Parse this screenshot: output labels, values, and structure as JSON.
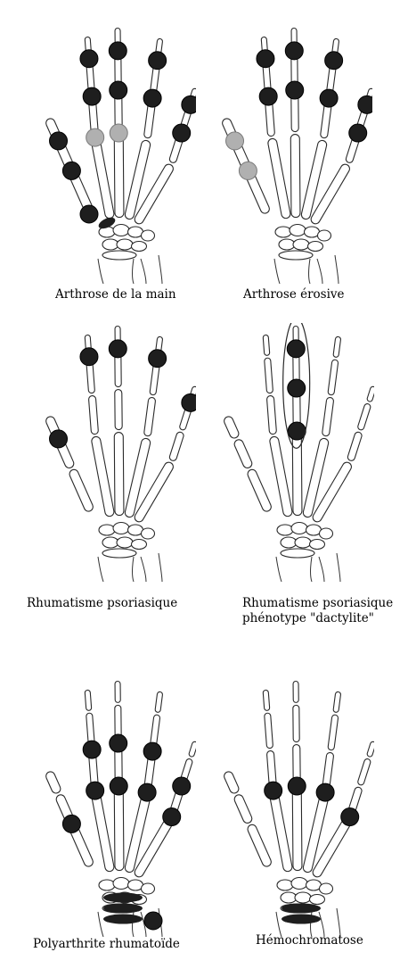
{
  "figure": {
    "panels": [
      {
        "id": "arthrose-main",
        "caption": "Arthrose de la main",
        "markers": [
          {
            "joint": "dip-index",
            "kind": "dark"
          },
          {
            "joint": "dip-middle",
            "kind": "dark"
          },
          {
            "joint": "dip-ring",
            "kind": "dark"
          },
          {
            "joint": "dip-little",
            "kind": "dark"
          },
          {
            "joint": "pip-index",
            "kind": "dark"
          },
          {
            "joint": "pip-middle",
            "kind": "dark"
          },
          {
            "joint": "pip-ring",
            "kind": "dark"
          },
          {
            "joint": "pip-little",
            "kind": "dark"
          },
          {
            "joint": "ip-thumb",
            "kind": "dark"
          },
          {
            "joint": "mcp-thumb",
            "kind": "dark"
          },
          {
            "joint": "mcp-index",
            "kind": "grey"
          },
          {
            "joint": "mcp-middle",
            "kind": "grey"
          },
          {
            "joint": "cmc-thumb",
            "kind": "dark"
          },
          {
            "joint": "stt",
            "kind": "dark-oval"
          }
        ]
      },
      {
        "id": "arthrose-erosive",
        "caption": "Arthrose érosive",
        "markers": [
          {
            "joint": "dip-index",
            "kind": "dark"
          },
          {
            "joint": "dip-middle",
            "kind": "dark"
          },
          {
            "joint": "dip-ring",
            "kind": "dark"
          },
          {
            "joint": "dip-little",
            "kind": "dark"
          },
          {
            "joint": "pip-index",
            "kind": "dark"
          },
          {
            "joint": "pip-middle",
            "kind": "dark"
          },
          {
            "joint": "pip-ring",
            "kind": "dark"
          },
          {
            "joint": "pip-little",
            "kind": "dark"
          },
          {
            "joint": "ip-thumb",
            "kind": "grey"
          },
          {
            "joint": "mcp-thumb",
            "kind": "grey"
          }
        ]
      },
      {
        "id": "rhumatisme-psoriasique",
        "caption": "Rhumatisme psoriasique",
        "markers": [
          {
            "joint": "dip-index",
            "kind": "dark"
          },
          {
            "joint": "dip-middle",
            "kind": "dark"
          },
          {
            "joint": "dip-ring",
            "kind": "dark"
          },
          {
            "joint": "dip-little",
            "kind": "dark"
          },
          {
            "joint": "ip-thumb",
            "kind": "dark"
          }
        ]
      },
      {
        "id": "psoriasique-dactylite",
        "caption": "Rhumatisme psoriasique\nphénotype \"dactylite\"",
        "markers": [
          {
            "joint": "dip-middle",
            "kind": "dark"
          },
          {
            "joint": "pip-middle",
            "kind": "dark"
          },
          {
            "joint": "mcp-middle",
            "kind": "dark"
          },
          {
            "joint": "ray-middle",
            "kind": "outline"
          }
        ]
      },
      {
        "id": "polyarthrite-rhumatoide",
        "caption": "Polyarthrite rhumatoïde",
        "markers": [
          {
            "joint": "pip-index",
            "kind": "dark"
          },
          {
            "joint": "pip-middle",
            "kind": "dark"
          },
          {
            "joint": "pip-ring",
            "kind": "dark"
          },
          {
            "joint": "pip-little",
            "kind": "dark"
          },
          {
            "joint": "mcp-index",
            "kind": "dark"
          },
          {
            "joint": "mcp-middle",
            "kind": "dark"
          },
          {
            "joint": "mcp-ring",
            "kind": "dark"
          },
          {
            "joint": "mcp-little",
            "kind": "dark"
          },
          {
            "joint": "mcp-thumb",
            "kind": "dark"
          },
          {
            "joint": "carpal-1",
            "kind": "dark-bar"
          },
          {
            "joint": "carpal-2",
            "kind": "dark-bar"
          },
          {
            "joint": "radiocarpal",
            "kind": "dark-bar"
          },
          {
            "joint": "ulnar-styloid",
            "kind": "dark"
          }
        ]
      },
      {
        "id": "hemochromatose",
        "caption": "Hémochromatose",
        "markers": [
          {
            "joint": "mcp-index",
            "kind": "dark"
          },
          {
            "joint": "mcp-middle",
            "kind": "dark"
          },
          {
            "joint": "mcp-ring",
            "kind": "dark"
          },
          {
            "joint": "mcp-little",
            "kind": "dark"
          },
          {
            "joint": "carpal-2",
            "kind": "dark-bar"
          },
          {
            "joint": "radiocarpal",
            "kind": "dark-bar"
          }
        ]
      }
    ],
    "colors": {
      "dark": "#1e1e1e",
      "grey": "#b0b0b0",
      "line": "#2a2a2a"
    }
  }
}
